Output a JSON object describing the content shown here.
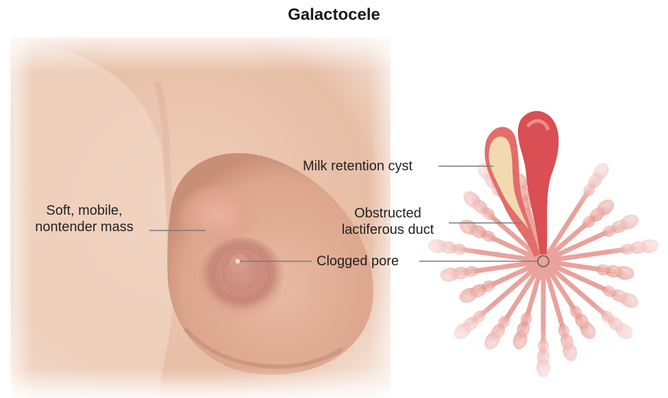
{
  "title": "Galactocele",
  "labels": {
    "mass_line1": "Soft, mobile,",
    "mass_line2": "nontender mass",
    "cyst": "Milk retention cyst",
    "duct_line1": "Obstructed",
    "duct_line2": "lactiferous duct",
    "pore": "Clogged pore"
  },
  "colors": {
    "skin": "#e9c3ab",
    "skin_shadow": "#d9a58a",
    "areola": "#c98b7a",
    "gland": "#e59a95",
    "gland_dark": "#d65858",
    "cyst_fill": "#f2d9b0",
    "leader": "#7a7a7a"
  }
}
